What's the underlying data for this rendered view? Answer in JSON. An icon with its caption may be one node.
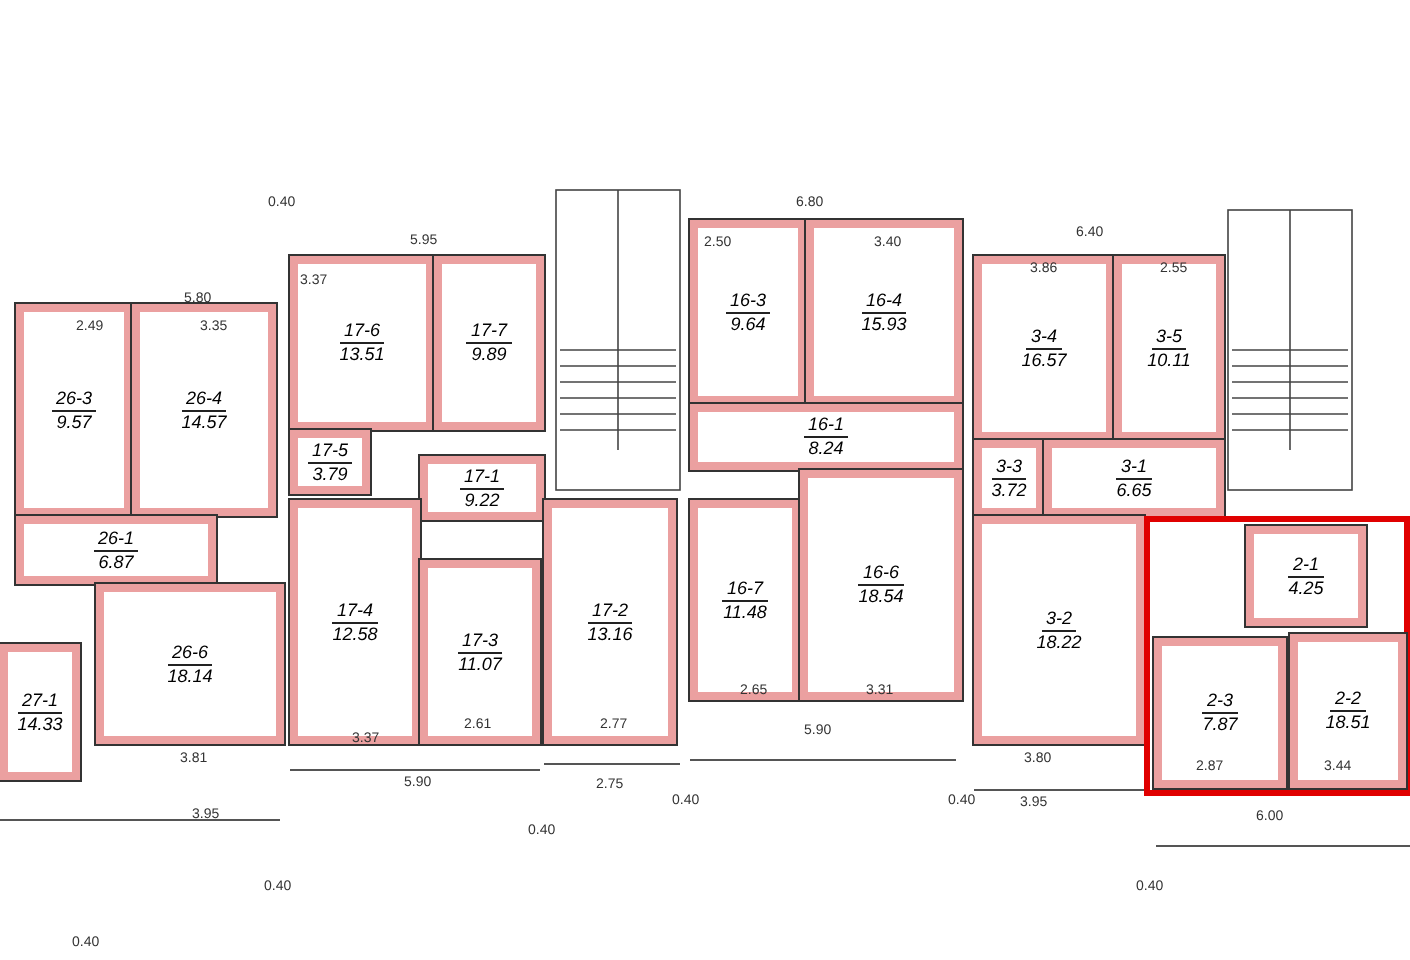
{
  "diagram": {
    "nodes": [
      {
        "text": [
          "26-3",
          "9.57"
        ]
      },
      {
        "text": [
          "26-4",
          "14.57"
        ]
      },
      {
        "text": [
          "26-1",
          "6.87"
        ]
      },
      {
        "text": [
          "26-6",
          "18.14"
        ]
      },
      {
        "text": [
          "27-1",
          "14.33"
        ]
      },
      {
        "text": [
          "17-6",
          "13.51"
        ]
      },
      {
        "text": [
          "17-7",
          "9.89"
        ]
      },
      {
        "text": [
          "17-5",
          "3.79"
        ]
      },
      {
        "text": [
          "17-1",
          "9.22"
        ]
      },
      {
        "text": [
          "17-4",
          "12.58"
        ]
      },
      {
        "text": [
          "17-3",
          "11.07"
        ]
      },
      {
        "text": [
          "17-2",
          "13.16"
        ]
      },
      {
        "text": [
          "16-3",
          "9.64"
        ]
      },
      {
        "text": [
          "16-4",
          "15.93"
        ]
      },
      {
        "text": [
          "16-1",
          "8.24"
        ]
      },
      {
        "text": [
          "16-7",
          "11.48"
        ]
      },
      {
        "text": [
          "16-6",
          "18.54"
        ]
      },
      {
        "text": [
          "3-4",
          "16.57"
        ]
      },
      {
        "text": [
          "3-5",
          "10.11"
        ]
      },
      {
        "text": [
          "3-3",
          "3.72"
        ]
      },
      {
        "text": [
          "3-1",
          "6.65"
        ]
      },
      {
        "text": [
          "3-2",
          "18.22"
        ]
      },
      {
        "text": [],
        "shape": "box"
      },
      {
        "text": [
          "2-1",
          "4.25"
        ],
        "in": 22
      },
      {
        "text": [
          "2-3",
          "7.87"
        ],
        "in": 22
      },
      {
        "text": [
          "2-2",
          "18.51"
        ],
        "in": 22
      }
    ],
    "labels": [
      "0.40",
      "6.80",
      "6.40",
      "5.95",
      "2.50",
      "3.40",
      "3.86",
      "2.55",
      "3.37",
      "5.80",
      "2.49",
      "3.35",
      "2.65",
      "3.31",
      "2.61",
      "2.77",
      "5.90",
      "3.37",
      "3.81",
      "3.80",
      "2.87",
      "3.44",
      "5.90",
      "2.75",
      "0.40",
      "0.40",
      "3.95",
      "3.95",
      "6.00",
      "0.40",
      "0.40",
      "0.40",
      "0.40"
    ]
  }
}
